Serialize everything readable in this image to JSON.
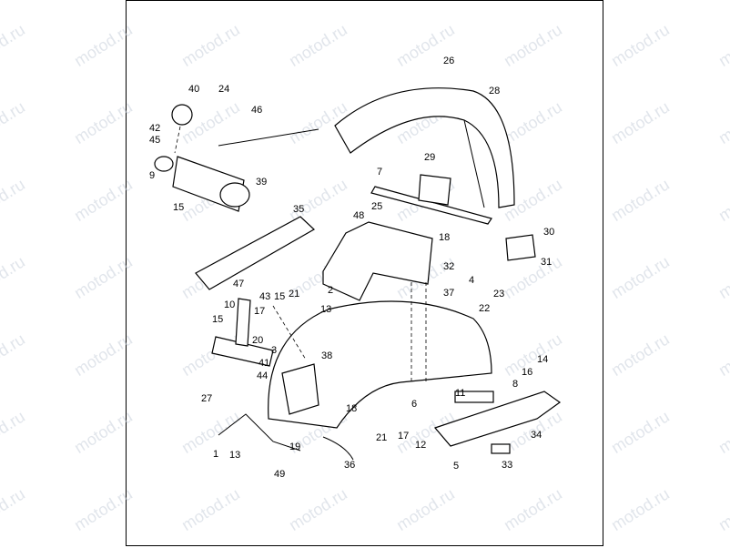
{
  "watermark": "motod.ru",
  "callouts": {
    "c1": "1",
    "c2": "2",
    "c3": "3",
    "c4": "4",
    "c5": "5",
    "c6": "6",
    "c7": "7",
    "c8": "8",
    "c9": "9",
    "c10": "10",
    "c11": "11",
    "c12": "12",
    "c13a": "13",
    "c13b": "13",
    "c14": "14",
    "c15a": "15",
    "c15b": "15",
    "c15c": "15",
    "c16": "16",
    "c17a": "17",
    "c17b": "17",
    "c18a": "18",
    "c18b": "18",
    "c19": "19",
    "c20": "20",
    "c21a": "21",
    "c21b": "21",
    "c22": "22",
    "c23": "23",
    "c24": "24",
    "c25": "25",
    "c26": "26",
    "c27": "27",
    "c28": "28",
    "c29": "29",
    "c30": "30",
    "c31": "31",
    "c32": "32",
    "c33": "33",
    "c34": "34",
    "c35": "35",
    "c36": "36",
    "c37": "37",
    "c38": "38",
    "c39": "39",
    "c40": "40",
    "c41": "41",
    "c42": "42",
    "c43": "43",
    "c44": "44",
    "c45": "45",
    "c46": "46",
    "c47": "47",
    "c48": "48",
    "c49": "49"
  }
}
